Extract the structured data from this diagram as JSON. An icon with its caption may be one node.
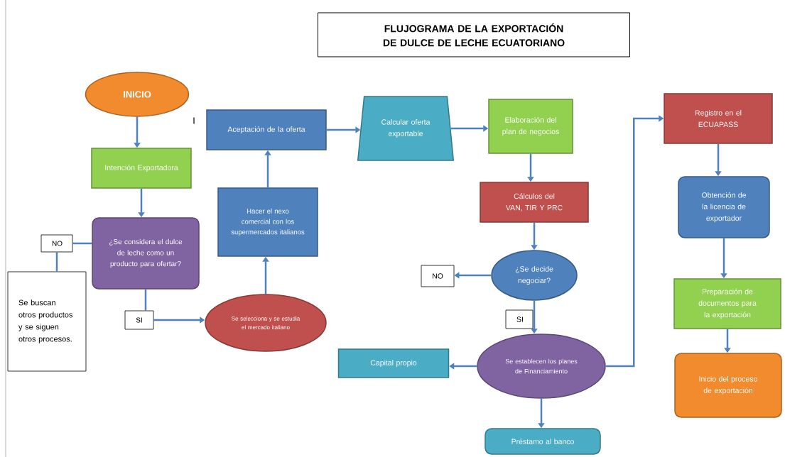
{
  "diagram": {
    "title": "FLUJOGRAMA DE LA EXPORTACIÓN DE DULCE DE LECHE ECUATORIANO",
    "nodes": [
      {
        "text": [
          "INICIO"
        ]
      },
      {
        "text": [
          "Intención Exportadora"
        ]
      },
      {
        "text": [
          "¿Se considera el dulce de leche como un producto para ofertar?"
        ]
      },
      {
        "text": [
          "NO"
        ]
      },
      {
        "text": [
          "Se buscan otros productos y se siguen otros procesos."
        ]
      },
      {
        "text": [
          "SI"
        ]
      },
      {
        "text": [
          "Se selecciona y se estudia el mercado italiano"
        ]
      },
      {
        "text": [
          "Hacer el nexo comercial con los supermercados italianos"
        ]
      },
      {
        "text": [
          "Aceptación de la oferta"
        ]
      },
      {
        "text": [
          "Calcular oferta exportable"
        ]
      },
      {
        "text": [
          "Elaboración del plan de negocios"
        ]
      },
      {
        "text": [
          "Cálculos del VAN, TIR Y PRC"
        ]
      },
      {
        "text": [
          "¿Se decide negociar?"
        ]
      },
      {
        "text": [
          "NO"
        ]
      },
      {
        "text": [
          "Se establecen los planes de Financiamiento"
        ]
      },
      {
        "text": [
          "Capital propio"
        ]
      },
      {
        "text": [
          "Préstamo al banco"
        ]
      },
      {
        "text": [
          "Registro en el ECUAPASS"
        ]
      },
      {
        "text": [
          "Obtención de la licencia de exportador"
        ]
      },
      {
        "text": [
          "Preparación de documentos para la exportación"
        ]
      },
      {
        "text": [
          "Inicio del proceso de exportación"
        ]
      },
      {
        "text": [
          "SI"
        ]
      }
    ],
    "edges": [
      {
        "from": 0,
        "to": 1,
        "arrow": "to"
      },
      {
        "from": 1,
        "to": 2,
        "arrow": "to"
      },
      {
        "from": 2,
        "to": 3,
        "arrow": "none"
      },
      {
        "from": 3,
        "to": 4,
        "arrow": "none"
      },
      {
        "from": 2,
        "to": 5,
        "arrow": "none"
      },
      {
        "from": 5,
        "to": 6,
        "arrow": "to"
      },
      {
        "from": 6,
        "to": 7,
        "arrow": "to"
      },
      {
        "from": 7,
        "to": 8,
        "arrow": "to"
      },
      {
        "from": 8,
        "to": 9,
        "arrow": "to"
      },
      {
        "from": 9,
        "to": 10,
        "arrow": "to"
      },
      {
        "from": 10,
        "to": 11,
        "arrow": "to"
      },
      {
        "from": 11,
        "to": 12,
        "arrow": "to"
      },
      {
        "from": 12,
        "to": 13,
        "arrow": "to"
      },
      {
        "from": 12,
        "to": 14,
        "arrow": "to"
      },
      {
        "from": 14,
        "to": 15,
        "arrow": "to"
      },
      {
        "from": 14,
        "to": 16,
        "arrow": "to"
      },
      {
        "from": 14,
        "to": 17,
        "arrow": "to"
      },
      {
        "from": 17,
        "to": 18,
        "arrow": "to"
      },
      {
        "from": 18,
        "to": 19,
        "arrow": "to"
      },
      {
        "from": 19,
        "to": 20,
        "arrow": "to"
      }
    ],
    "labels": [
      "I"
    ]
  }
}
